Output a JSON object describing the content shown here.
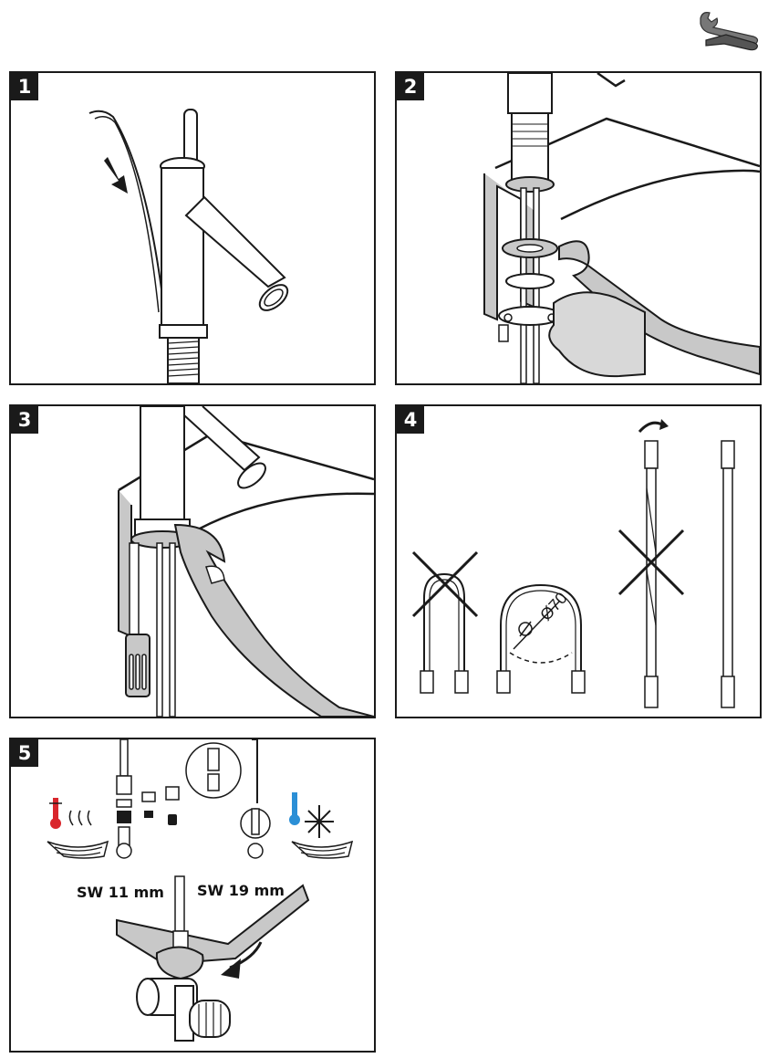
{
  "header": {
    "tools_icon": "wrench-screwdriver-icon"
  },
  "steps": [
    {
      "number": "1"
    },
    {
      "number": "2"
    },
    {
      "number": "3"
    },
    {
      "number": "4",
      "bend_diameter": "Ø70"
    },
    {
      "number": "5",
      "wrench_left": "SW 11 mm",
      "wrench_right": "SW 19 mm"
    }
  ],
  "colors": {
    "line": "#1a1a1a",
    "grey": "#c8c8c8",
    "hot": "#d9262c",
    "cold": "#2b8fd6"
  }
}
